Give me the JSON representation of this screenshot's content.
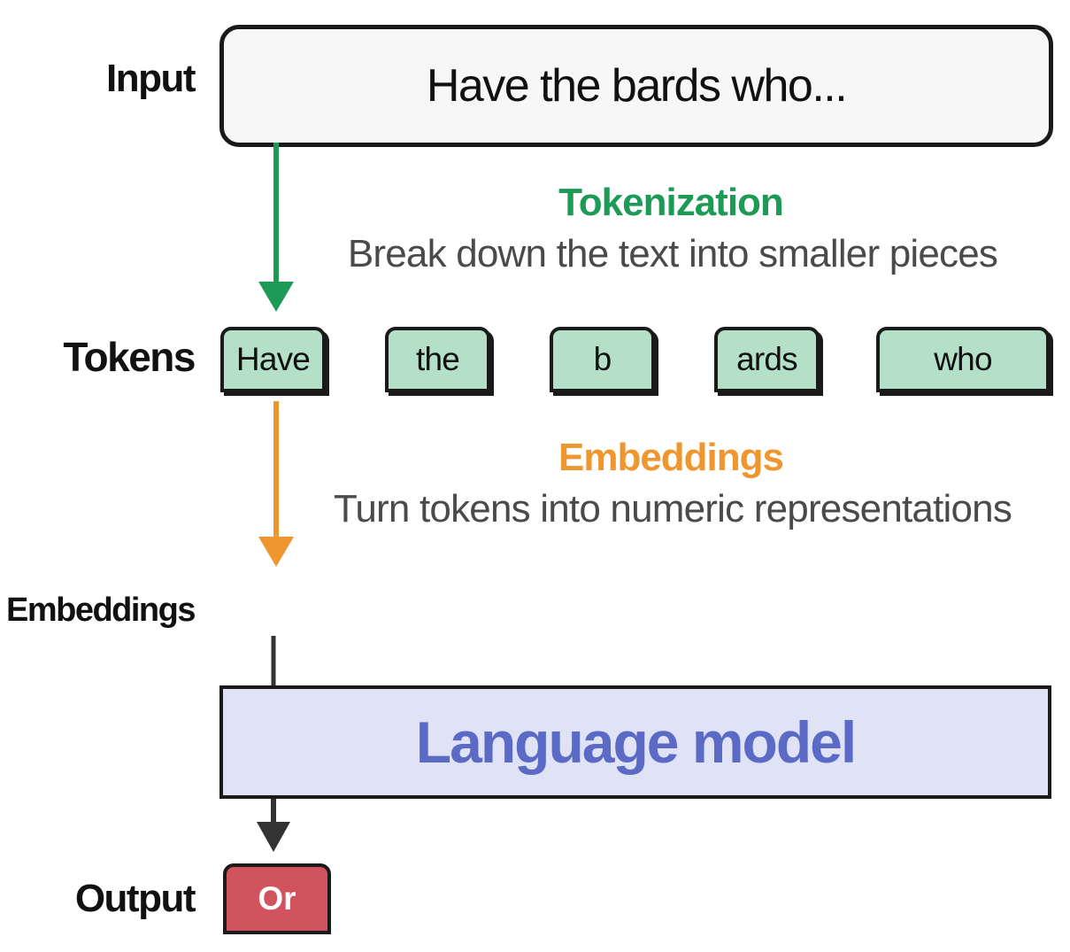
{
  "labels": {
    "input": "Input",
    "tokens": "Tokens",
    "embeddings": "Embeddings",
    "output": "Output"
  },
  "input_text": "Have the bards who...",
  "tokenization": {
    "title": "Tokenization",
    "description": "Break down the text into smaller pieces"
  },
  "embeddings_step": {
    "title": "Embeddings",
    "description": "Turn tokens into numeric representations"
  },
  "tokens": [
    "Have",
    "the",
    "b",
    "ards",
    "who"
  ],
  "model_label": "Language model",
  "output_token": "Or",
  "colors": {
    "tokenization_green": "#1e9a57",
    "embeddings_orange": "#f0962e",
    "token_fill": "#b4e0c7",
    "model_fill": "#e0e2f6",
    "model_text": "#5b6ac4",
    "output_fill": "#d0535d"
  }
}
